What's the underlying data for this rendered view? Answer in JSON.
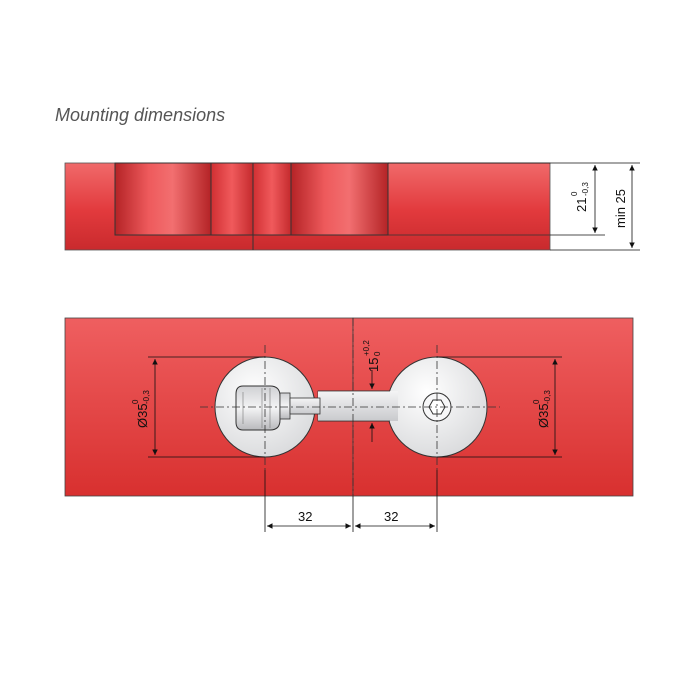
{
  "title": "Mounting dimensions",
  "dimensions": {
    "thickness": {
      "nominal": "21",
      "upper": "0",
      "lower": "-0,3"
    },
    "min_thickness": "min 25",
    "center_offset": {
      "nominal": "15",
      "upper": "+0,2",
      "lower": "0"
    },
    "bore_left": {
      "nominal": "Ø35",
      "upper": "0",
      "lower": "-0,3"
    },
    "bore_right": {
      "nominal": "Ø35",
      "upper": "0",
      "lower": "-0,3"
    },
    "spacing_left": "32",
    "spacing_right": "32"
  },
  "colors": {
    "panel_red": "#e23a3d",
    "panel_light": "#f06a6a",
    "panel_dark": "#b42326",
    "metal": "#e9eaec",
    "line": "#111111"
  },
  "icons": [
    "hex-socket-icon"
  ]
}
